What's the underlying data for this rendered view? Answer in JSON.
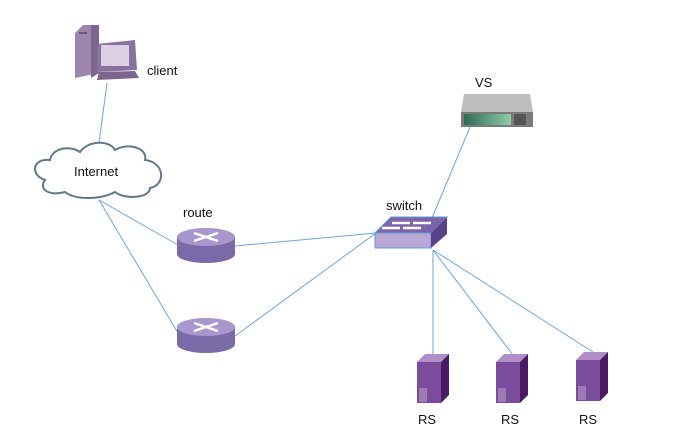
{
  "nodes": {
    "client": {
      "label": "client",
      "icon": "desktop-computer-icon"
    },
    "internet": {
      "label": "Internet",
      "icon": "cloud-icon"
    },
    "route": {
      "label": "route",
      "icon": "router-icon"
    },
    "route2": {
      "icon": "router-icon"
    },
    "switch": {
      "label": "switch",
      "icon": "switch-icon"
    },
    "vs": {
      "label": "VS",
      "icon": "server-appliance-icon"
    },
    "rs": [
      {
        "label": "RS",
        "icon": "tower-server-icon"
      },
      {
        "label": "RS",
        "icon": "tower-server-icon"
      },
      {
        "label": "RS",
        "icon": "tower-server-icon"
      }
    ]
  },
  "edges": [
    [
      "client",
      "internet"
    ],
    [
      "internet",
      "route"
    ],
    [
      "internet",
      "route2"
    ],
    [
      "route",
      "switch"
    ],
    [
      "route2",
      "switch"
    ],
    [
      "vs",
      "switch"
    ],
    [
      "switch",
      "rs1"
    ],
    [
      "switch",
      "rs2"
    ],
    [
      "switch",
      "rs3"
    ]
  ],
  "colors": {
    "link": "#5b9bd5",
    "device": "#8e7cb5",
    "server": "#6d3f8f"
  }
}
